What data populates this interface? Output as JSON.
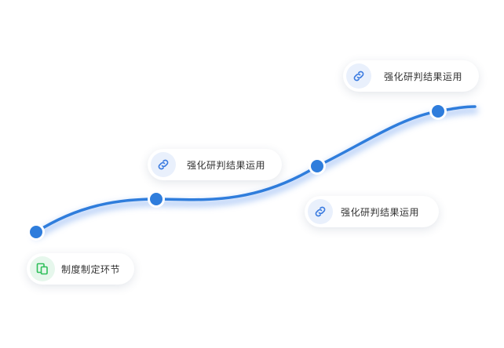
{
  "steps": [
    {
      "label": "制度制定环节",
      "icon": "document-copy-icon",
      "accent": "#2fbf5a"
    },
    {
      "label": "强化研判结果运用",
      "icon": "link-icon",
      "accent": "#3b7be0"
    },
    {
      "label": "强化研判结果运用",
      "icon": "link-icon",
      "accent": "#3b7be0"
    },
    {
      "label": "强化研判结果运用",
      "icon": "link-icon",
      "accent": "#3b7be0"
    }
  ],
  "colors": {
    "line": "#2f7ddc",
    "node": "#2f7ddc",
    "glow": "#a9c6f5"
  }
}
